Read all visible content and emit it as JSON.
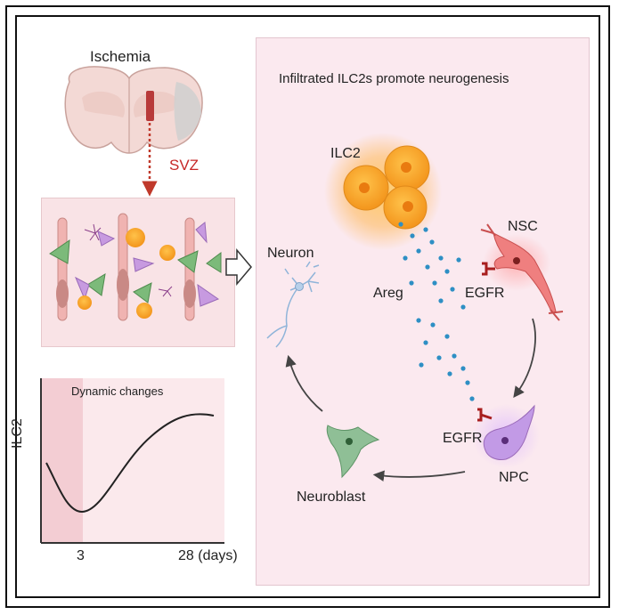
{
  "left": {
    "ischemia_label": "Ischemia",
    "svz_label": "SVZ",
    "chart": {
      "title": "Dynamic changes",
      "ylabel": "ILC2",
      "tick_3": "3",
      "tick_28": "28 (days)"
    }
  },
  "right": {
    "title": "Infiltrated ILC2s promote neurogenesis",
    "ilc2_label": "ILC2",
    "nsc_label": "NSC",
    "areg_label": "Areg",
    "egfr_top_label": "EGFR",
    "egfr_bottom_label": "EGFR",
    "npc_label": "NPC",
    "neuron_label": "Neuron",
    "neuroblast_label": "Neuroblast"
  },
  "colors": {
    "panel_pink": "#fbe9ef",
    "svz_red": "#c62828",
    "ilc2_orange": "#f5a623",
    "areg_blue": "#2e8fc4",
    "nsc_red": "#e86a6a",
    "npc_purple": "#b58ad6",
    "neuroblast_green": "#7fb28c",
    "neuron_blue": "#8fb4d9"
  }
}
